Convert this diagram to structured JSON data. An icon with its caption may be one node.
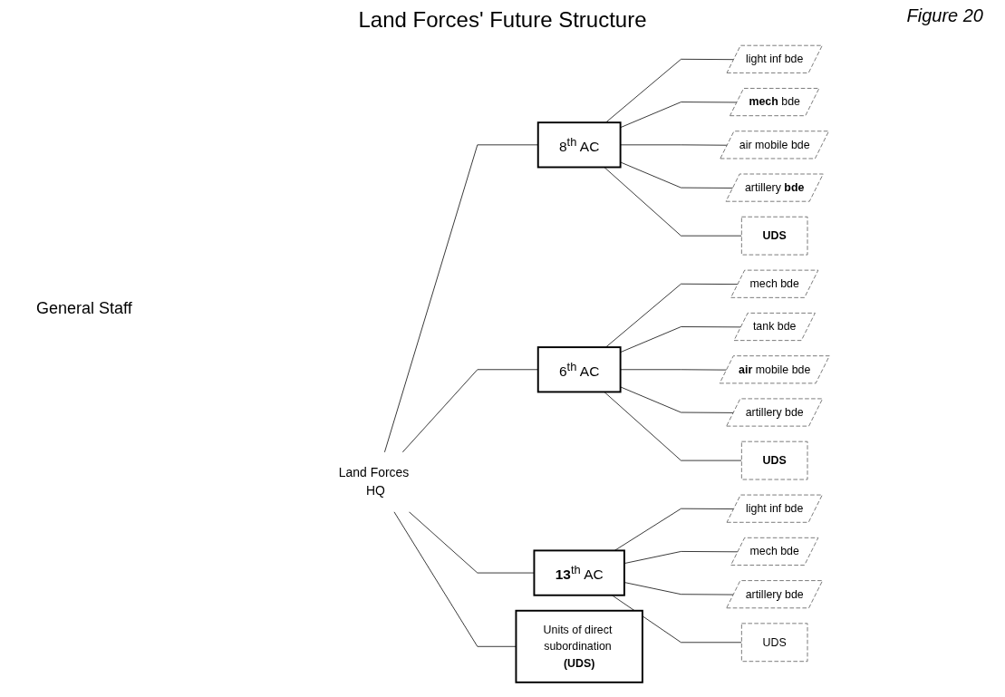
{
  "diagram": {
    "title": "Land Forces' Future Structure",
    "nodes": [
      {
        "text": [
          "Land Forces HQ"
        ]
      },
      {
        "text": [
          "8$^{th}$ AC"
        ]
      },
      {
        "text": [
          "6$^{th}$ AC"
        ]
      },
      {
        "text": [
          "**13**$^{th}$ AC"
        ]
      },
      {
        "text": [
          "Units of direct subordination **(UDS)**"
        ]
      },
      {
        "text": [
          "light inf bde"
        ]
      },
      {
        "text": [
          "**mech** bde"
        ]
      },
      {
        "text": [
          "air mobile bde"
        ]
      },
      {
        "text": [
          "artillery **bde**"
        ]
      },
      {
        "text": [
          "UDS"
        ]
      },
      {
        "text": [
          "mech bde"
        ]
      },
      {
        "text": [
          "tank bde"
        ]
      },
      {
        "text": [
          "**air** mobile bde"
        ]
      },
      {
        "text": [
          "artillery bde"
        ]
      },
      {
        "text": [
          "UDS"
        ]
      },
      {
        "text": [
          "light inf bde"
        ]
      },
      {
        "text": [
          "mech bde"
        ]
      },
      {
        "text": [
          "artillery bde"
        ]
      },
      {
        "text": [
          "UDS"
        ]
      }
    ],
    "edges": [
      {
        "from": 0,
        "to": 1,
        "arrow": "none"
      },
      {
        "from": 0,
        "to": 2,
        "arrow": "none"
      },
      {
        "from": 0,
        "to": 3,
        "arrow": "none"
      },
      {
        "from": 0,
        "to": 4,
        "arrow": "none"
      },
      {
        "from": 1,
        "to": 5,
        "arrow": "none"
      },
      {
        "from": 1,
        "to": 6,
        "arrow": "none"
      },
      {
        "from": 1,
        "to": 7,
        "arrow": "none"
      },
      {
        "from": 1,
        "to": 8,
        "arrow": "none"
      },
      {
        "from": 1,
        "to": 9,
        "arrow": "none"
      },
      {
        "from": 2,
        "to": 10,
        "arrow": "none"
      },
      {
        "from": 2,
        "to": 11,
        "arrow": "none"
      },
      {
        "from": 2,
        "to": 12,
        "arrow": "none"
      },
      {
        "from": 2,
        "to": 13,
        "arrow": "none"
      },
      {
        "from": 2,
        "to": 14,
        "arrow": "none"
      },
      {
        "from": 3,
        "to": 15,
        "arrow": "none"
      },
      {
        "from": 3,
        "to": 16,
        "arrow": "none"
      },
      {
        "from": 3,
        "to": 17,
        "arrow": "none"
      },
      {
        "from": 3,
        "to": 18,
        "arrow": "none"
      }
    ],
    "labels": [
      "Figure 20",
      "General Staff"
    ]
  }
}
